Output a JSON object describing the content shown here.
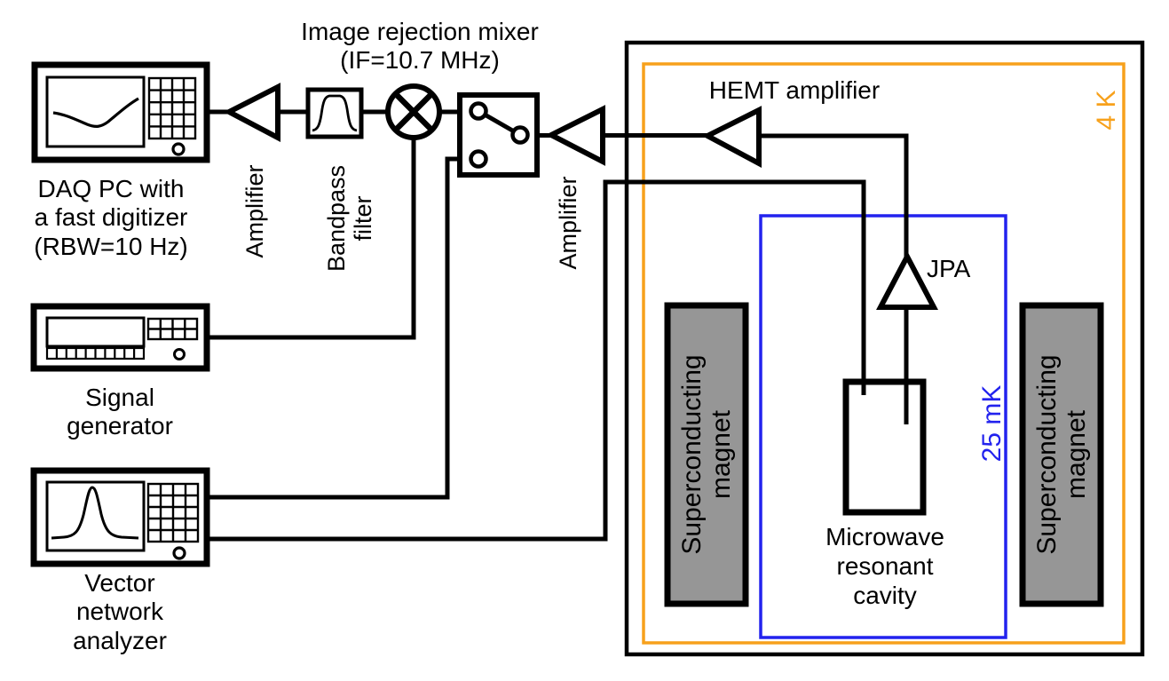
{
  "labels": {
    "daq_pc": "DAQ PC with\na fast digitizer\n(RBW=10 Hz)",
    "signal_generator": "Signal\ngenerator",
    "vna": "Vector\nnetwork\nanalyzer",
    "mixer": "Image rejection mixer\n(IF=10.7 MHz)",
    "amplifier_1": "Amplifier",
    "bandpass_filter": "Bandpass\nfilter",
    "amplifier_2": "Amplifier",
    "hemt": "HEMT amplifier",
    "jpa": "JPA",
    "cavity": "Microwave\nresonant\ncavity",
    "magnet_left": "Superconducting\nmagnet",
    "magnet_right": "Superconducting\nmagnet",
    "stage_4k": "4 K",
    "stage_25mk": "25 mK"
  },
  "colors": {
    "background": "#ffffff",
    "line": "#000000",
    "stage_4k": "#f7a11c",
    "stage_25mk": "#2222ee",
    "magnet_fill": "#969696"
  },
  "icons": {
    "mixer_symbol": "circle-with-x-mixer-icon",
    "amplifier_symbol": "triangle-amplifier-icon",
    "switch_symbol": "spdt-switch-icon",
    "bandpass_symbol": "bandpass-response-curve-icon",
    "daq_screen_trace": "noise-dip-trace-icon",
    "vna_screen_trace": "resonance-peak-trace-icon"
  }
}
